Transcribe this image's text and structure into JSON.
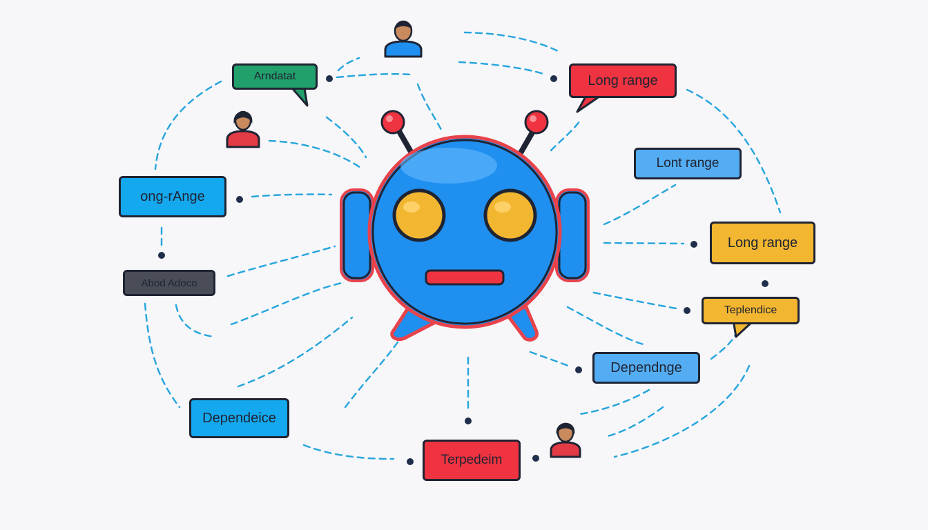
{
  "colors": {
    "connector": "#2aa6dc",
    "outline": "#1f2433",
    "robot_body": "#1f8ff0",
    "robot_outline": "#e8434b",
    "robot_eyes": "#f2b630",
    "robot_mouth": "#ef3340"
  },
  "icons": {
    "central": "robot-chat-bubble-icon",
    "people": [
      "person-icon",
      "person-icon",
      "person-icon"
    ]
  },
  "labels": [
    {
      "id": "green-top",
      "text": "Arndatat",
      "color": "green"
    },
    {
      "id": "red-top-right",
      "text": "Long range",
      "color": "red"
    },
    {
      "id": "blue-right-1",
      "text": "Lont range",
      "color": "light-blue"
    },
    {
      "id": "blue-left",
      "text": "ong-rAnge",
      "color": "blue"
    },
    {
      "id": "yellow-right",
      "text": "Long range",
      "color": "yellow"
    },
    {
      "id": "dark-left",
      "text": "Abod Adoco",
      "color": "dark-gray"
    },
    {
      "id": "yellow-right-2",
      "text": "Teplendice",
      "color": "yellow"
    },
    {
      "id": "blue-right-2",
      "text": "Dependnge",
      "color": "light-blue"
    },
    {
      "id": "blue-bottom-left",
      "text": "Dependeice",
      "color": "blue"
    },
    {
      "id": "red-bottom",
      "text": "Terpedeim",
      "color": "red"
    }
  ]
}
